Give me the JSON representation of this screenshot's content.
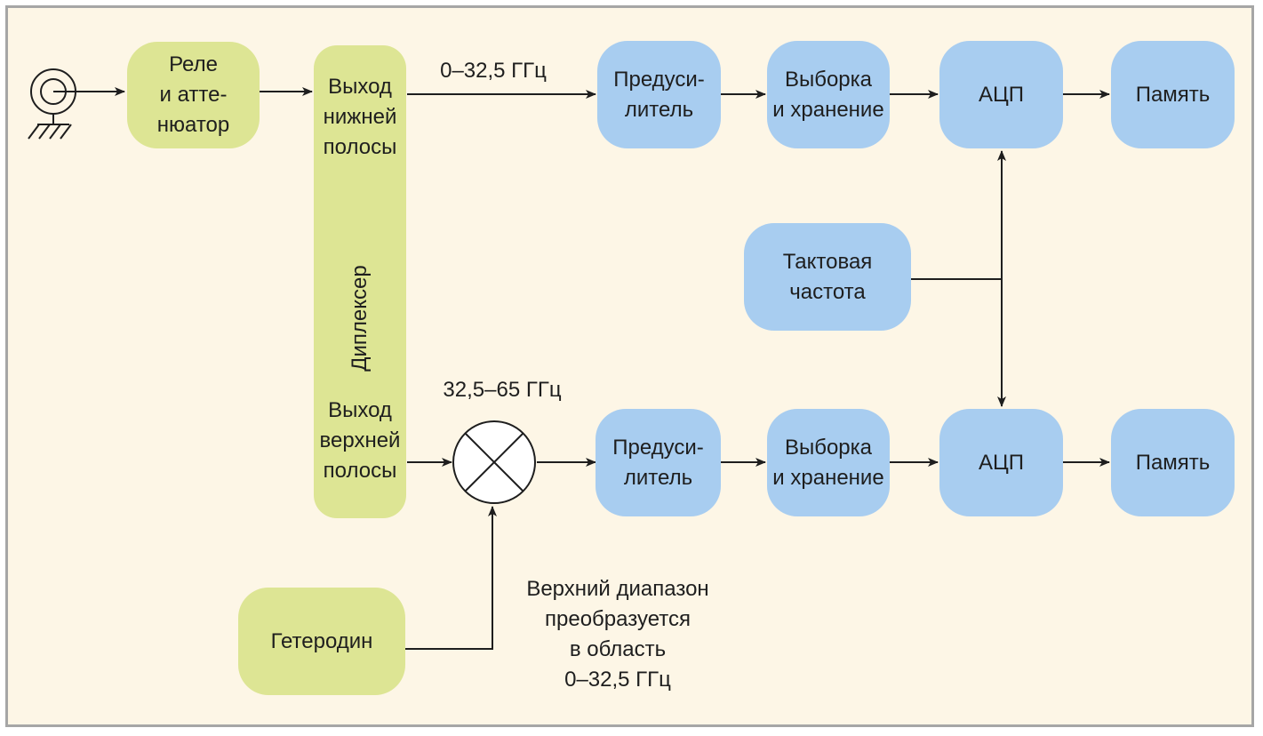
{
  "diagram": {
    "relay_attenuator": "Реле\nи атте-\nнюатор",
    "diplexer": {
      "lower_output": "Выход\nнижней\nполосы",
      "name": "Диплексер",
      "upper_output": "Выход\nверхней\nполосы"
    },
    "lower_band_label": "0–32,5 ГГц",
    "upper_band_label": "32,5–65 ГГц",
    "preamp": "Предуси-\nлитель",
    "sample_hold": "Выборка\nи хранение",
    "adc": "АЦП",
    "memory": "Память",
    "clock": "Тактовая\nчастота",
    "local_oscillator": "Гетеродин",
    "note": "Верхний диапазон\nпреобразуется\nв область\n0–32,5 ГГц"
  }
}
